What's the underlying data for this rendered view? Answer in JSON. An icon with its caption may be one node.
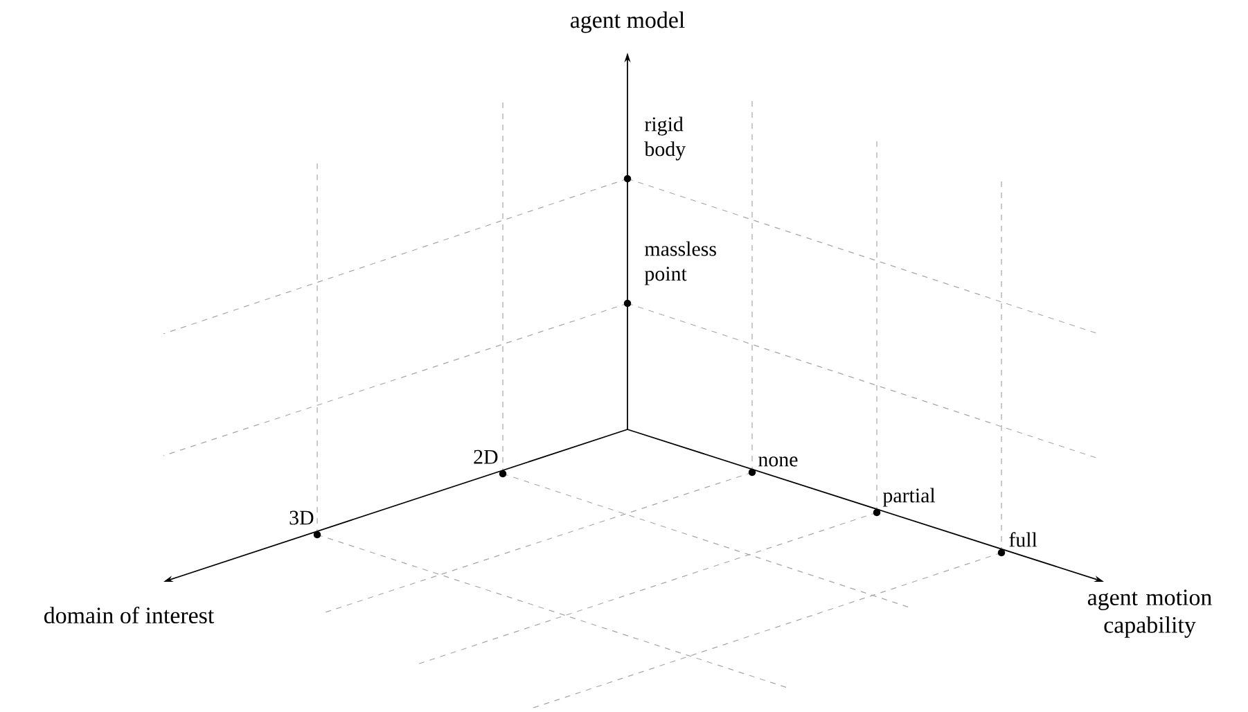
{
  "diagram": {
    "labels": [
      "agent model",
      "rigid body",
      "massless point",
      "2D",
      "3D",
      "none",
      "partial",
      "full",
      "domain of interest",
      "agent motion capability"
    ]
  }
}
